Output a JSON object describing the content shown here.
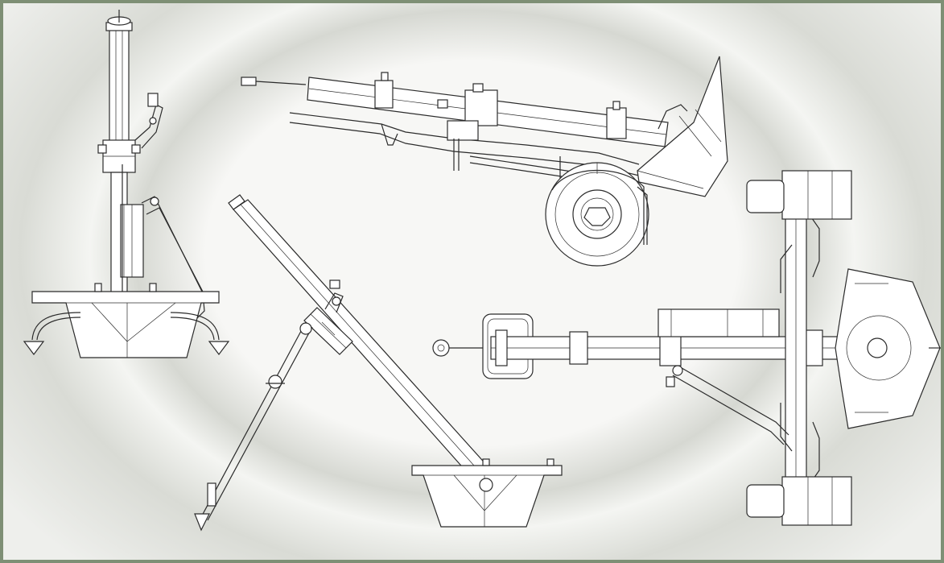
{
  "colors": {
    "frame": "#7e8f75",
    "ink": "#2b2b2b",
    "background_light": "#f7f7f5",
    "background_band": "#d6d8d2"
  },
  "views": [
    {
      "id": "front-view"
    },
    {
      "id": "side-view-on-carriage"
    },
    {
      "id": "firing-position-side-view"
    },
    {
      "id": "top-view-on-carriage"
    }
  ]
}
